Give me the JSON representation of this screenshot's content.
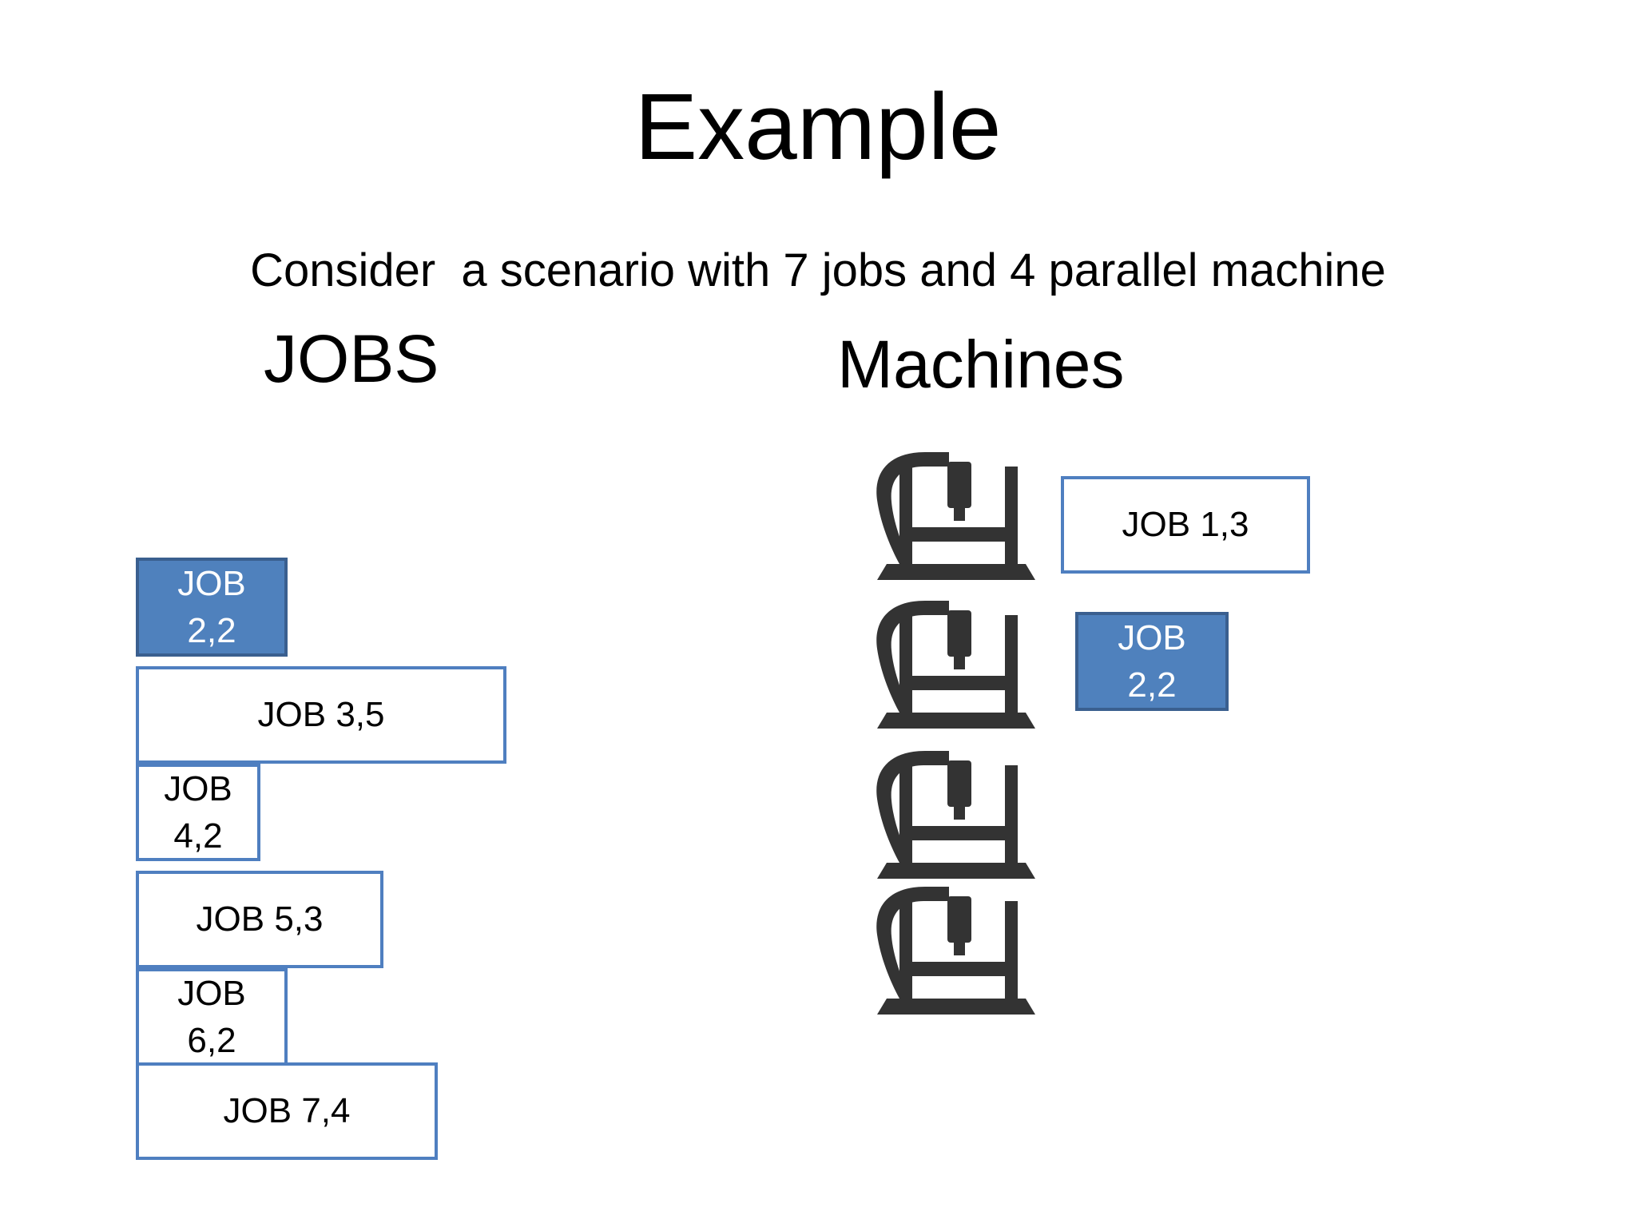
{
  "title": "Example",
  "subtitle": "Consider  a scenario with 7 jobs and 4 parallel machine",
  "jobs_heading": "JOBS",
  "machines_heading": "Machines",
  "colors": {
    "job_border": "#4f7fc0",
    "job_selected_fill": "#4f81bd",
    "machine_icon": "#333333"
  },
  "jobs": [
    {
      "line1": "JOB",
      "line2": "2,2"
    },
    {
      "line1": "JOB 3,5",
      "line2": ""
    },
    {
      "line1": "JOB",
      "line2": "4,2"
    },
    {
      "line1": "JOB 5,3",
      "line2": ""
    },
    {
      "line1": "JOB",
      "line2": "6,2"
    },
    {
      "line1": "JOB 7,4",
      "line2": ""
    }
  ],
  "machines": [
    {
      "icon": "cnc-machine-icon",
      "assigned": {
        "line1": "JOB 1,3",
        "line2": ""
      }
    },
    {
      "icon": "cnc-machine-icon",
      "assigned": {
        "line1": "JOB",
        "line2": "2,2"
      }
    },
    {
      "icon": "cnc-machine-icon"
    },
    {
      "icon": "cnc-machine-icon"
    }
  ]
}
